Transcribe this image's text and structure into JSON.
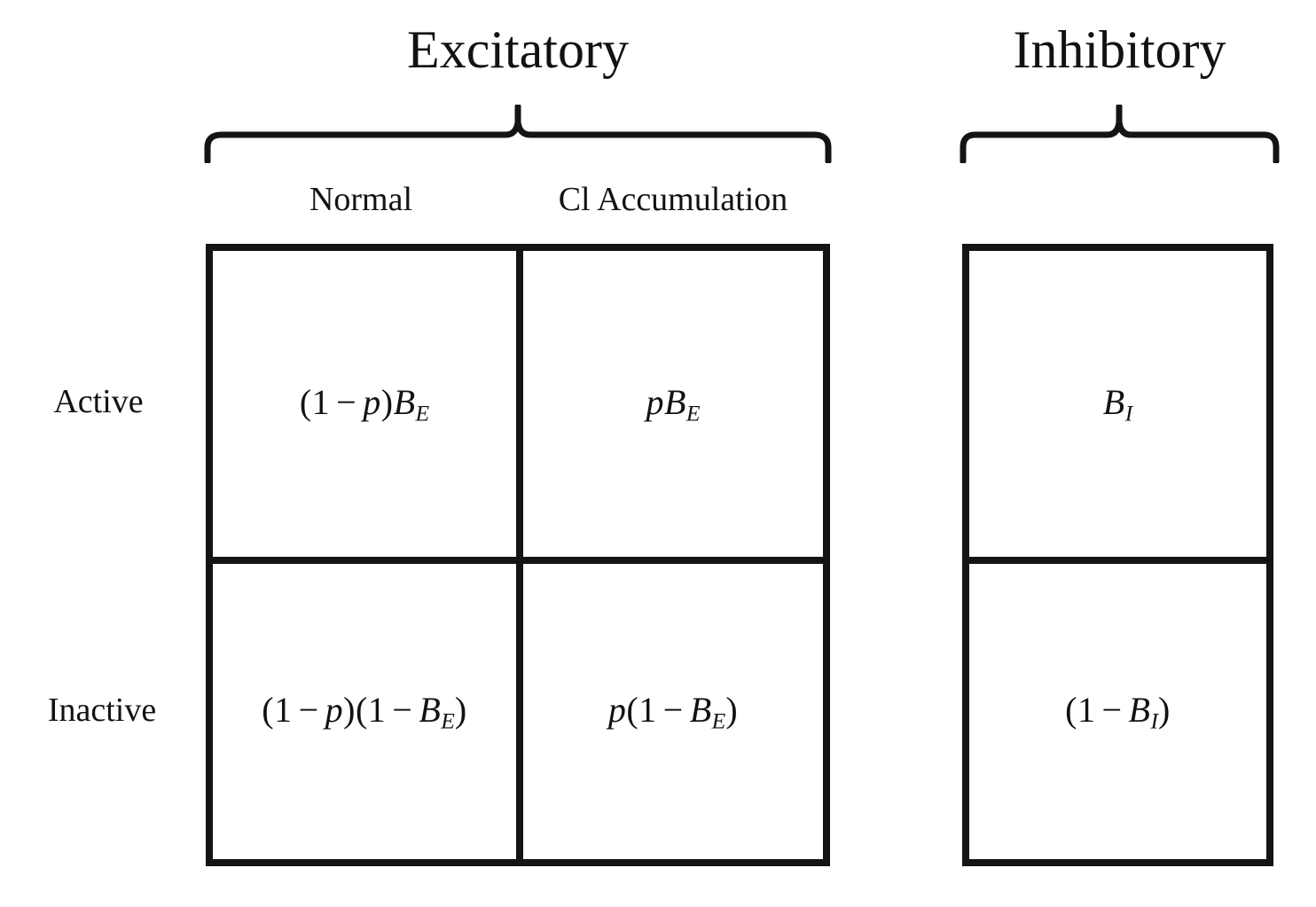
{
  "figure": {
    "type": "diagram",
    "subtype": "probability-partition-table",
    "groups": [
      {
        "name": "excitatory",
        "title": "Excitatory",
        "brace": "overbrace",
        "columns": [
          "Normal",
          "Cl Accumulation"
        ]
      },
      {
        "name": "inhibitory",
        "title": "Inhibitory",
        "brace": "overbrace",
        "columns": []
      }
    ],
    "row_labels": [
      "Active",
      "Inactive"
    ]
  },
  "titles": {
    "excitatory": "Excitatory",
    "inhibitory": "Inhibitory"
  },
  "column_headers": {
    "normal": "Normal",
    "cl_accumulation": "Cl Accumulation"
  },
  "row_labels": {
    "active": "Active",
    "inactive": "Inactive"
  },
  "cells": {
    "excitatory_active_normal": {
      "plain": "(1 - p)B_E",
      "parts": [
        "(",
        "1",
        "-",
        "p",
        ")",
        "B",
        "E"
      ]
    },
    "excitatory_active_cl": {
      "plain": "pB_E",
      "parts": [
        "p",
        "B",
        "E"
      ]
    },
    "excitatory_inactive_normal": {
      "plain": "(1 - p)(1 - B_E)",
      "parts": [
        "(",
        "1",
        "-",
        "p",
        ")",
        "(",
        "1",
        "-",
        "B",
        "E",
        ")"
      ]
    },
    "excitatory_inactive_cl": {
      "plain": "p(1 - B_E)",
      "parts": [
        "p",
        "(",
        "1",
        "-",
        "B",
        "E",
        ")"
      ]
    },
    "inhibitory_active": {
      "plain": "B_I",
      "parts": [
        "B",
        "I"
      ]
    },
    "inhibitory_inactive": {
      "plain": "(1 - B_I)",
      "parts": [
        "(",
        "1",
        "-",
        "B",
        "I",
        ")"
      ]
    }
  },
  "symbols": {
    "one": "1",
    "minus": "−",
    "paren_open": "(",
    "paren_close": ")",
    "p": "p",
    "B": "B",
    "sub_E": "E",
    "sub_I": "I"
  },
  "colors": {
    "ink": "#121212",
    "rule": "#141414",
    "background": "#ffffff"
  }
}
